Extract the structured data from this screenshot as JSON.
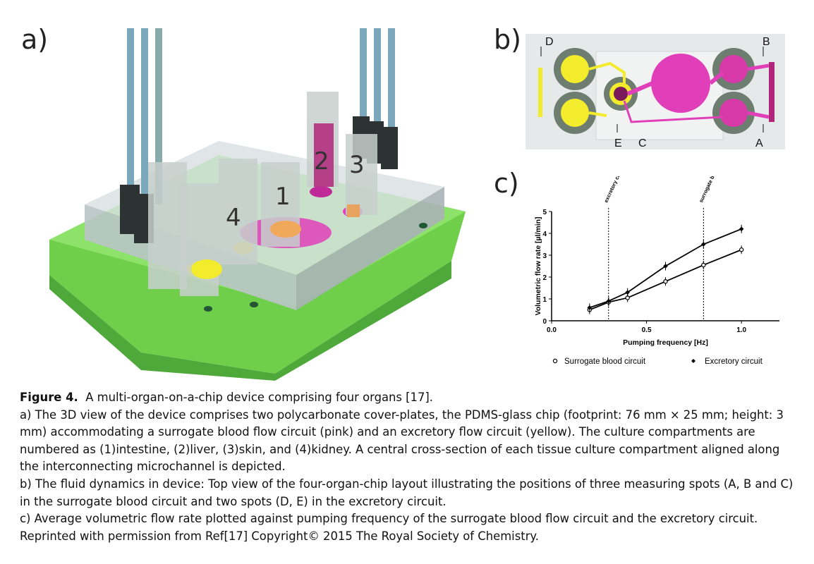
{
  "panels": {
    "a": {
      "label": "a)",
      "numbers": [
        "1",
        "2",
        "3",
        "4"
      ]
    },
    "b": {
      "label": "b)",
      "spots": [
        "D",
        "B",
        "E",
        "C",
        "A"
      ]
    },
    "c": {
      "label": "c)"
    }
  },
  "chart_data": {
    "type": "line",
    "xlabel": "Pumping frequency [Hz]",
    "ylabel": "Volumetric flow rate [µl/min]",
    "xlim": [
      0.0,
      1.2
    ],
    "ylim": [
      0,
      5
    ],
    "xticks": [
      "0.0",
      "0.5",
      "1.0"
    ],
    "yticks": [
      "0",
      "1",
      "2",
      "3",
      "4",
      "5"
    ],
    "annotations": [
      {
        "text": "excretory circuit",
        "x": 0.3
      },
      {
        "text": "surrogate blood circuit",
        "x": 0.8
      }
    ],
    "series": [
      {
        "name": "Surrogate blood circuit",
        "marker": "open-circle",
        "x": [
          0.2,
          0.3,
          0.4,
          0.6,
          0.8,
          1.0
        ],
        "y": [
          0.5,
          0.85,
          1.05,
          1.8,
          2.55,
          3.25
        ]
      },
      {
        "name": "Excretory circuit",
        "marker": "filled-diamond",
        "x": [
          0.2,
          0.3,
          0.4,
          0.6,
          0.8,
          1.0
        ],
        "y": [
          0.6,
          0.9,
          1.3,
          2.5,
          3.5,
          4.2
        ]
      }
    ],
    "legend": "bottom"
  },
  "caption": {
    "title_bold": "Figure 4.",
    "title_rest": "A multi-organ-on-a-chip device comprising four organs [17].",
    "para_a": "a) The 3D view of the device comprises two polycarbonate cover-plates, the PDMS-glass chip (footprint: 76 mm × 25 mm; height: 3 mm) accommodating a surrogate blood flow circuit (pink) and an excretory flow circuit (yellow). The culture compartments are numbered as (1)intestine, (2)liver, (3)skin, and (4)kidney. A central cross-section of each tissue culture compartment aligned along the interconnecting microchannel is depicted.",
    "para_b": "b) The fluid dynamics in device: Top view of the four-organ-chip layout illustrating the positions of three measuring spots (A, B and C) in the surrogate blood circuit and two spots (D, E) in the excretory circuit.",
    "para_c": "c) Average volumetric flow rate plotted against pumping frequency of the surrogate blood flow circuit and the excretory circuit.",
    "reprint": "Reprinted with permission from Ref[17] Copyright© 2015 The Royal Society of Chemistry."
  },
  "colors": {
    "green": "#7ed957",
    "pink": "#e13fb9",
    "yellow": "#f2ec2c",
    "gray": "#9aa3a6"
  }
}
